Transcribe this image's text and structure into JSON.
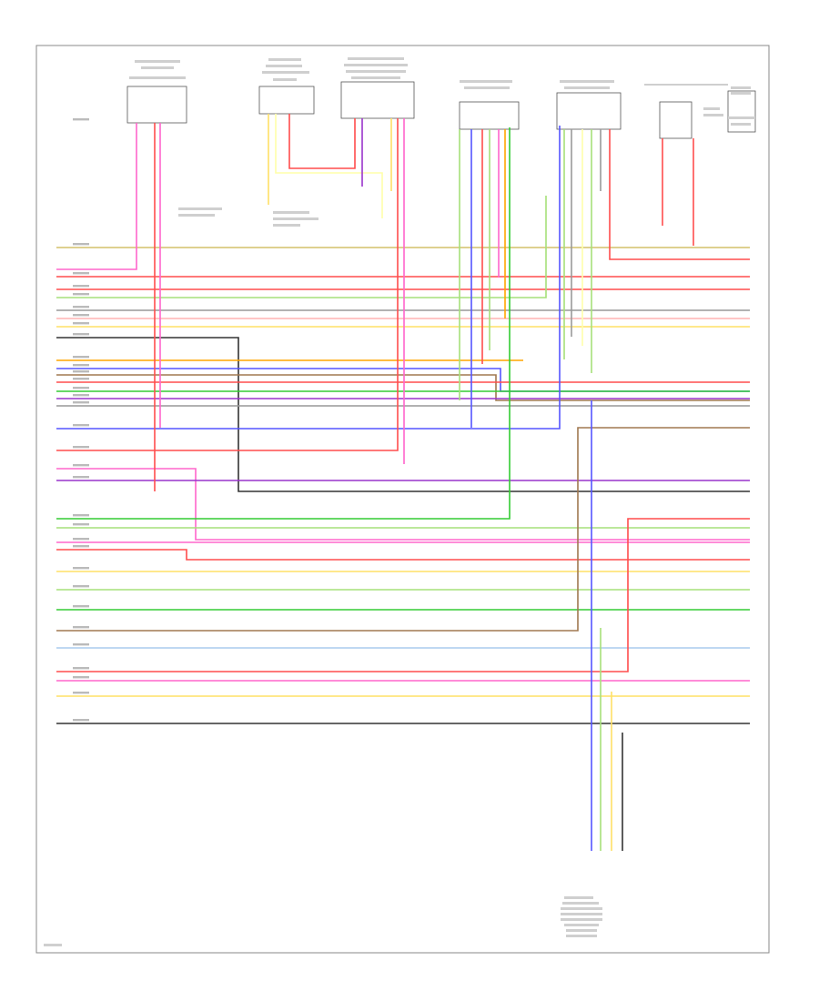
{
  "diagram": {
    "footer_id": "",
    "components": [
      {
        "id": "c1",
        "label": ""
      },
      {
        "id": "c2",
        "label": ""
      },
      {
        "id": "c3",
        "label": ""
      },
      {
        "id": "c4",
        "label": ""
      },
      {
        "id": "c5",
        "label": ""
      },
      {
        "id": "c6",
        "label": ""
      },
      {
        "id": "c7",
        "label": ""
      }
    ],
    "palette": {
      "pink": "#ff66cc",
      "red": "#ff4d4d",
      "yellow": "#ffe066",
      "lightyellow": "#ffffaa",
      "green": "#33cc33",
      "lightgreen": "#a6e07a",
      "blue": "#5555ff",
      "violet": "#9933cc",
      "orange": "#ffa500",
      "gray": "#999999",
      "black": "#333333",
      "brown": "#a07850",
      "lightblue": "#aaccee",
      "lightpink": "#ffb3b3",
      "darkgreen": "#229922"
    },
    "wires": [
      {
        "name": "wire-01",
        "color": "gold"
      },
      {
        "name": "wire-02",
        "color": "pink"
      },
      {
        "name": "wire-03",
        "color": "red"
      },
      {
        "name": "wire-04",
        "color": "red"
      },
      {
        "name": "wire-05",
        "color": "lightgreen"
      },
      {
        "name": "wire-06",
        "color": "gray"
      },
      {
        "name": "wire-07",
        "color": "lightpink"
      },
      {
        "name": "wire-08",
        "color": "yellow"
      },
      {
        "name": "wire-09",
        "color": "black"
      },
      {
        "name": "wire-10",
        "color": "orange"
      },
      {
        "name": "wire-11",
        "color": "blue"
      },
      {
        "name": "wire-12",
        "color": "brown"
      },
      {
        "name": "wire-13",
        "color": "red"
      },
      {
        "name": "wire-14",
        "color": "green"
      },
      {
        "name": "wire-15",
        "color": "violet"
      },
      {
        "name": "wire-16",
        "color": "gray"
      },
      {
        "name": "wire-17",
        "color": "blue"
      },
      {
        "name": "wire-18",
        "color": "red"
      },
      {
        "name": "wire-19",
        "color": "pink"
      },
      {
        "name": "wire-20",
        "color": "violet"
      },
      {
        "name": "wire-21",
        "color": "green"
      },
      {
        "name": "wire-22",
        "color": "lightgreen"
      },
      {
        "name": "wire-23",
        "color": "pink"
      },
      {
        "name": "wire-24",
        "color": "red"
      },
      {
        "name": "wire-25",
        "color": "yellow"
      },
      {
        "name": "wire-26",
        "color": "lightgreen"
      },
      {
        "name": "wire-27",
        "color": "green"
      },
      {
        "name": "wire-28",
        "color": "brown"
      },
      {
        "name": "wire-29",
        "color": "lightblue"
      },
      {
        "name": "wire-30",
        "color": "red"
      },
      {
        "name": "wire-31",
        "color": "pink"
      },
      {
        "name": "wire-32",
        "color": "yellow"
      },
      {
        "name": "wire-33",
        "color": "black"
      }
    ]
  }
}
